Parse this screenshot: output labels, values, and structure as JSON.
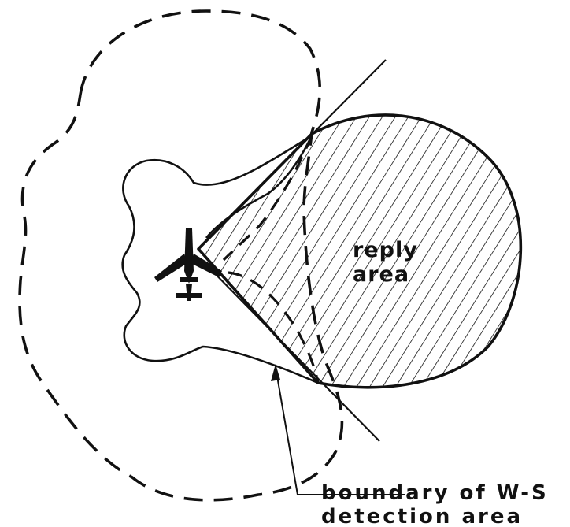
{
  "labels": {
    "reply_line1": "reply",
    "reply_line2": "area",
    "boundary_line1": "boundary of W-S",
    "boundary_line2": "detection area"
  },
  "colors": {
    "ink": "#111111",
    "background": "#ffffff"
  },
  "icons": {
    "aircraft": "airplane-icon"
  }
}
